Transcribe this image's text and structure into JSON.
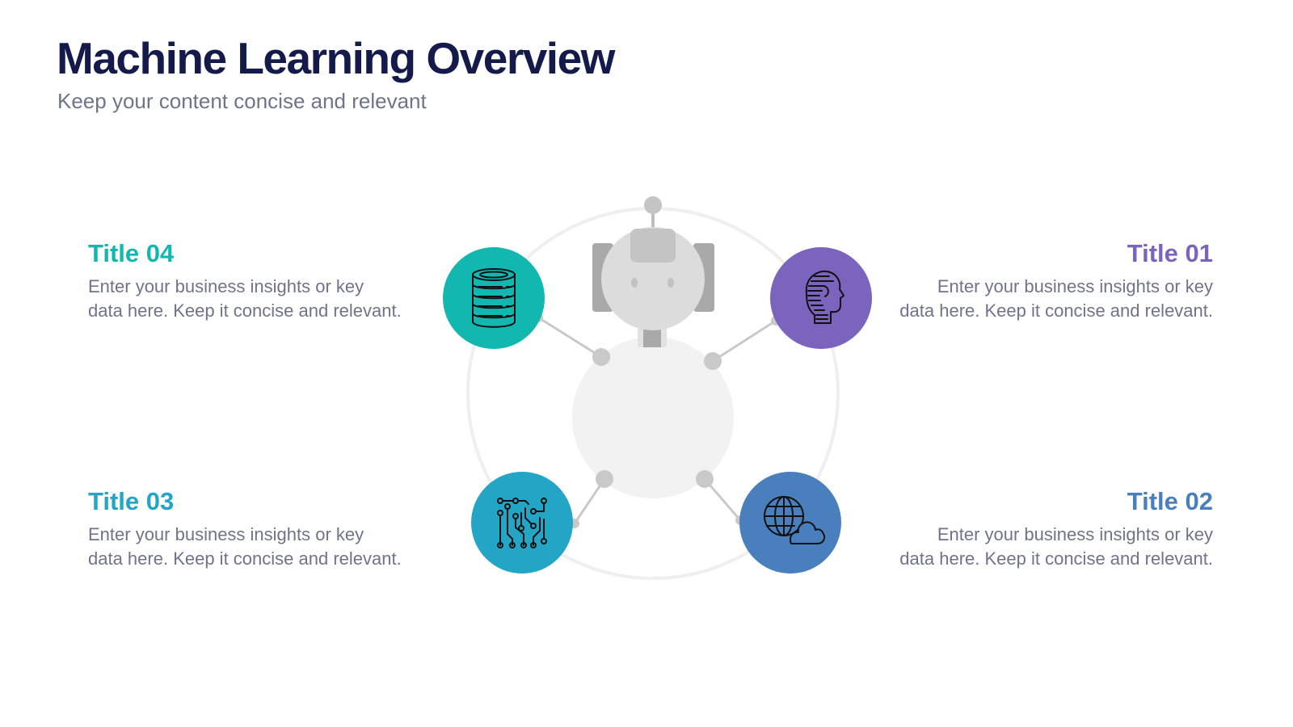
{
  "header": {
    "title": "Machine Learning Overview",
    "subtitle": "Keep your content concise and relevant"
  },
  "items": [
    {
      "id": "01",
      "title": "Title 01",
      "body": "Enter your business insights or key data here. Keep it concise and relevant.",
      "color": "#7b64bd",
      "icon": "ai-head-icon"
    },
    {
      "id": "02",
      "title": "Title 02",
      "body": "Enter your business insights or key data here. Keep it concise and relevant.",
      "color": "#4a7fbd",
      "icon": "globe-cloud-icon"
    },
    {
      "id": "03",
      "title": "Title 03",
      "body": "Enter your business insights or key data here. Keep it concise and relevant.",
      "color": "#23a5c6",
      "icon": "circuit-icon"
    },
    {
      "id": "04",
      "title": "Title 04",
      "body": "Enter your business insights or key data here. Keep it concise and relevant.",
      "color": "#12b8b0",
      "icon": "database-icon"
    }
  ],
  "robot": {
    "body_color": "#f2f2f2",
    "head_color": "#dcdcdc",
    "detail_color": "#a9a9a9",
    "ring_color": "#eeeeee"
  }
}
